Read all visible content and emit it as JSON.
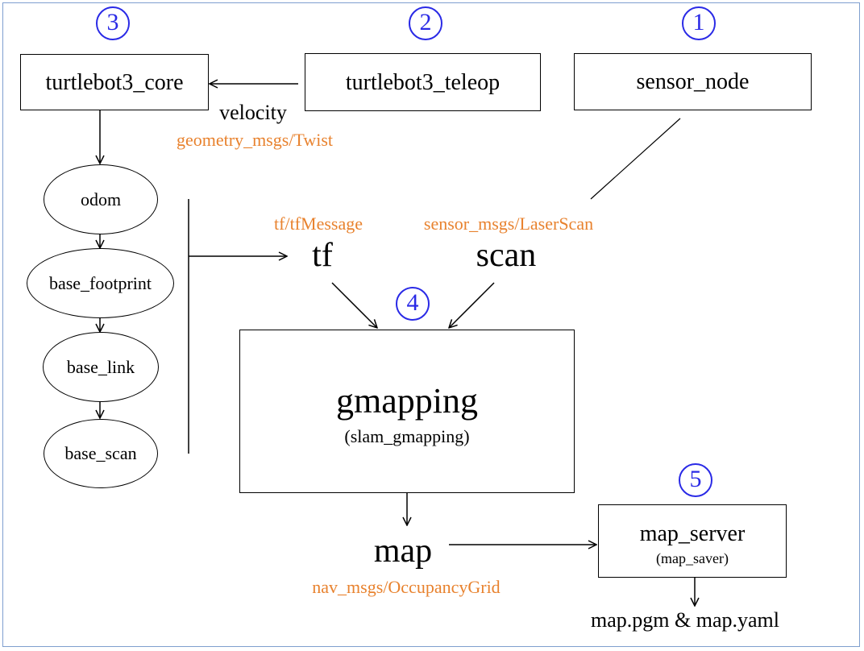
{
  "numbers": {
    "n1": "1",
    "n2": "2",
    "n3": "3",
    "n4": "4",
    "n5": "5"
  },
  "nodes": {
    "core": "turtlebot3_core",
    "teleop": "turtlebot3_teleop",
    "sensor": "sensor_node",
    "gmapping": "gmapping",
    "gmapping_sub": "(slam_gmapping)",
    "map_server": "map_server",
    "map_server_sub": "(map_saver)"
  },
  "frames": [
    "odom",
    "base_footprint",
    "base_link",
    "base_scan"
  ],
  "topics": {
    "velocity": "velocity",
    "velocity_type": "geometry_msgs/Twist",
    "tf": "tf",
    "tf_type": "tf/tfMessage",
    "scan": "scan",
    "scan_type": "sensor_msgs/LaserScan",
    "map": "map",
    "map_type": "nav_msgs/OccupancyGrid"
  },
  "output": "map.pgm & map.yaml",
  "colors": {
    "topic_type": "#e8822e",
    "step_number": "#2a2ae6",
    "frame_border": "#7f9fcf"
  }
}
